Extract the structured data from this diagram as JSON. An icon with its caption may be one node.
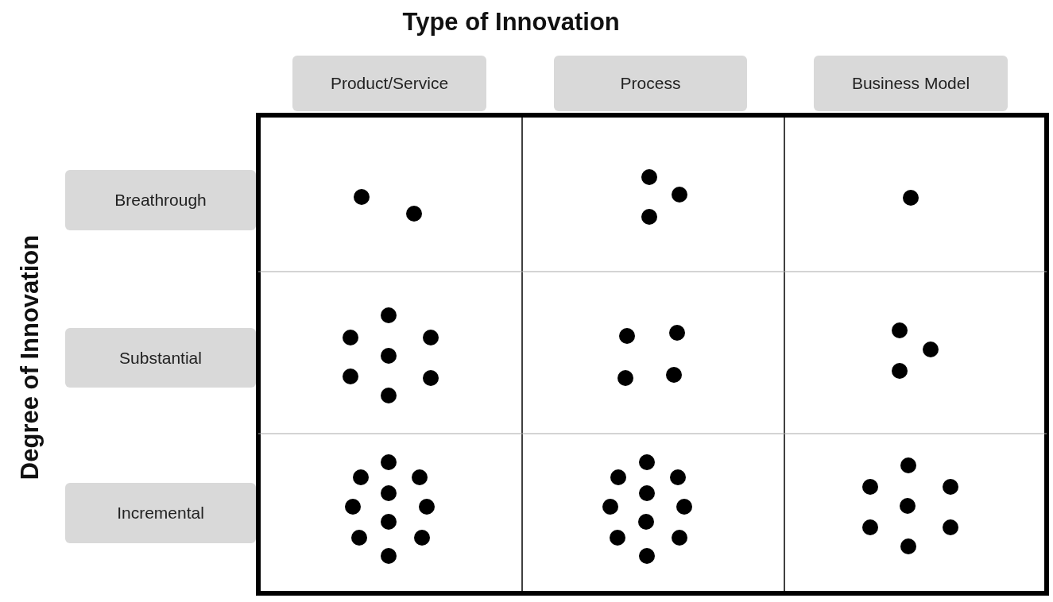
{
  "diagram": {
    "nodes": [
      {
        "text": [
          "Product/Service"
        ]
      },
      {
        "text": [
          "Process"
        ]
      },
      {
        "text": [
          "Business Model"
        ]
      },
      {
        "text": [
          "Breathrough"
        ]
      },
      {
        "text": [
          "Substantial"
        ]
      },
      {
        "text": [
          "Incremental"
        ]
      }
    ],
    "labels": [
      "Type of Innovation",
      "Degree of Innovation"
    ]
  }
}
